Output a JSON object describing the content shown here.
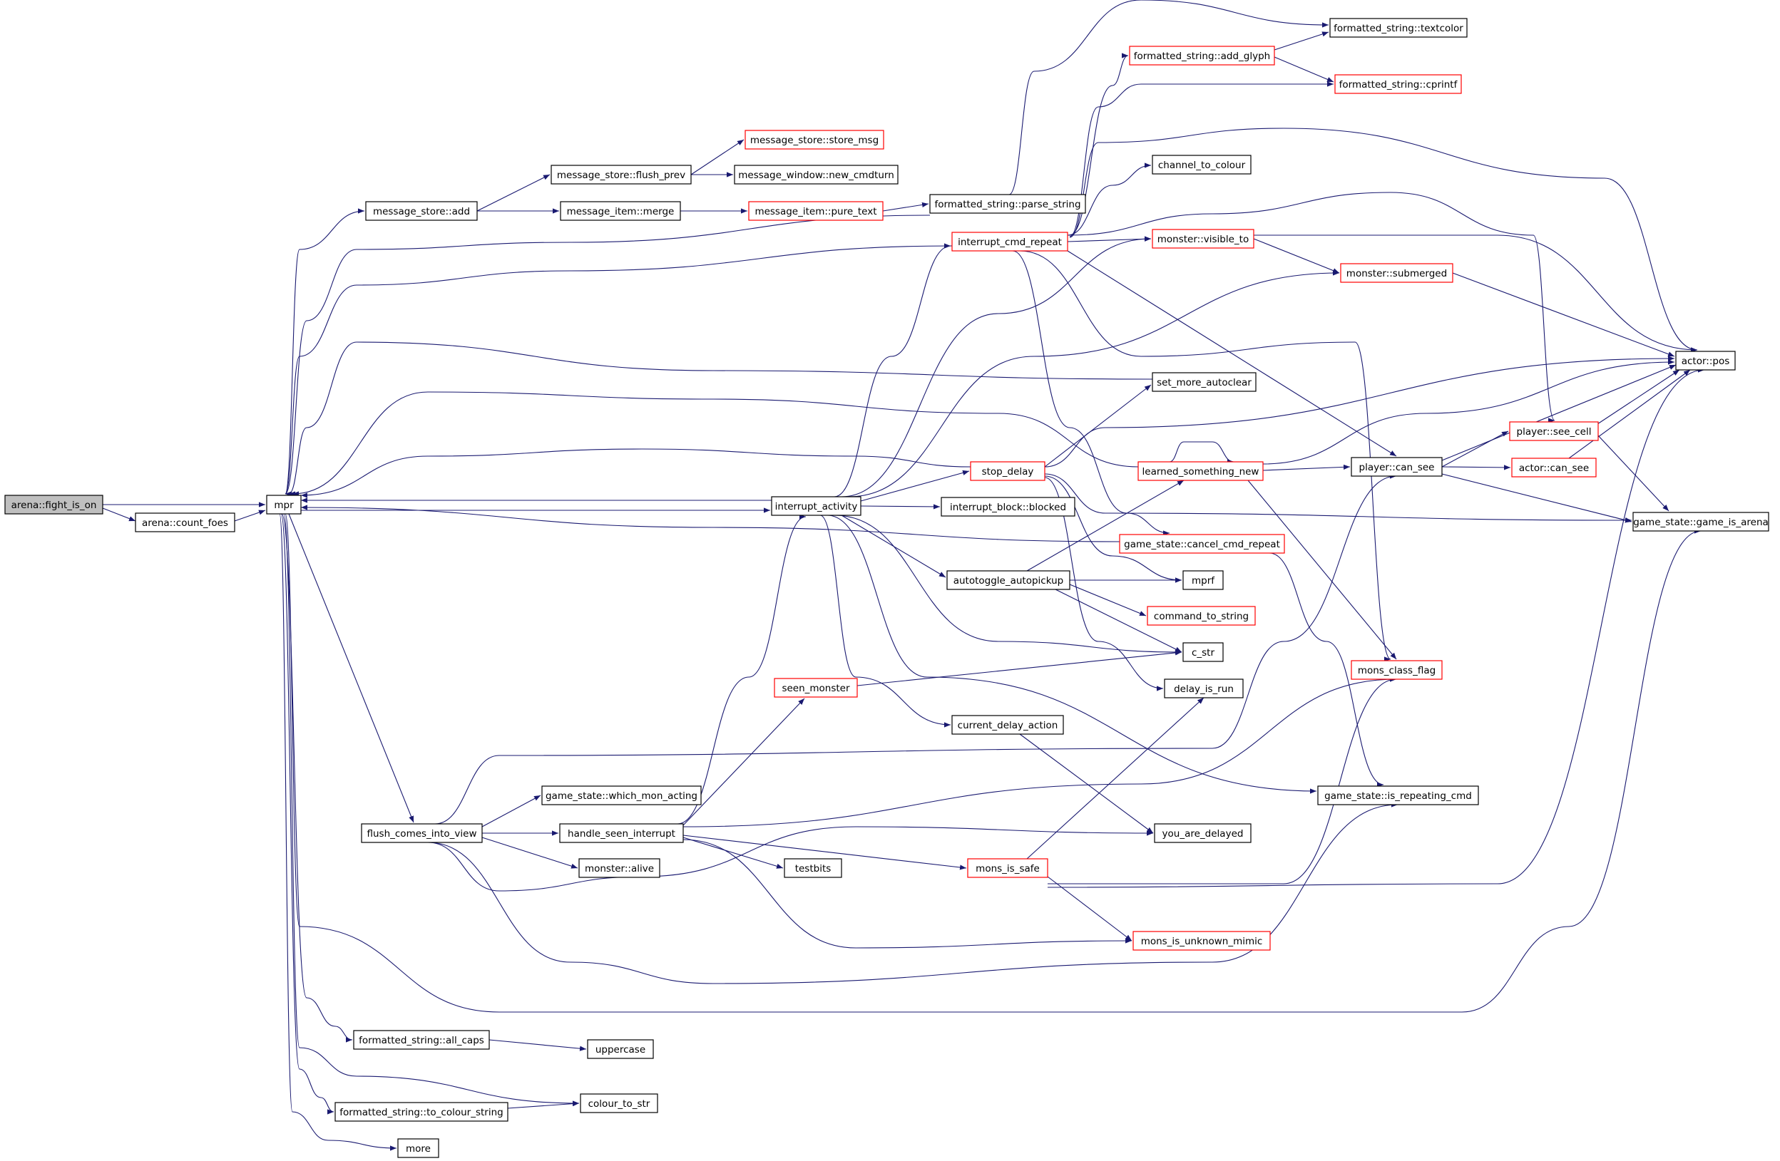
{
  "colors": {
    "edge": "#191970",
    "node_border": "#000000",
    "external_node_border": "#ff0000",
    "focus_fill": "#bfbfbf",
    "node_fill": "#ffffff"
  },
  "nodes": [
    {
      "id": "fight_is_on",
      "label": "arena::fight_is_on",
      "style": "focus"
    },
    {
      "id": "count_foes",
      "label": "arena::count_foes",
      "style": "normal"
    },
    {
      "id": "mpr",
      "label": "mpr",
      "style": "normal"
    },
    {
      "id": "ms_add",
      "label": "message_store::add",
      "style": "normal"
    },
    {
      "id": "flush_prev",
      "label": "message_store::flush_prev",
      "style": "normal"
    },
    {
      "id": "store_msg",
      "label": "message_store::store_msg",
      "style": "external"
    },
    {
      "id": "new_cmdturn",
      "label": "message_window::new_cmdturn",
      "style": "normal"
    },
    {
      "id": "mi_merge",
      "label": "message_item::merge",
      "style": "normal"
    },
    {
      "id": "pure_text",
      "label": "message_item::pure_text",
      "style": "external"
    },
    {
      "id": "parse_string",
      "label": "formatted_string::parse_string",
      "style": "normal"
    },
    {
      "id": "textcolor",
      "label": "formatted_string::textcolor",
      "style": "normal"
    },
    {
      "id": "add_glyph",
      "label": "formatted_string::add_glyph",
      "style": "external"
    },
    {
      "id": "cprintf",
      "label": "formatted_string::cprintf",
      "style": "external"
    },
    {
      "id": "channel_to_colour",
      "label": "channel_to_colour",
      "style": "normal"
    },
    {
      "id": "interrupt_cmd_repeat",
      "label": "interrupt_cmd_repeat",
      "style": "external"
    },
    {
      "id": "visible_to",
      "label": "monster::visible_to",
      "style": "external"
    },
    {
      "id": "submerged",
      "label": "monster::submerged",
      "style": "external"
    },
    {
      "id": "actor_pos",
      "label": "actor::pos",
      "style": "normal"
    },
    {
      "id": "set_more_autoclear",
      "label": "set_more_autoclear",
      "style": "normal"
    },
    {
      "id": "stop_delay",
      "label": "stop_delay",
      "style": "external"
    },
    {
      "id": "learned_something_new",
      "label": "learned_something_new",
      "style": "external"
    },
    {
      "id": "player_can_see",
      "label": "player::can_see",
      "style": "normal"
    },
    {
      "id": "see_cell",
      "label": "player::see_cell",
      "style": "external"
    },
    {
      "id": "actor_can_see",
      "label": "actor::can_see",
      "style": "external"
    },
    {
      "id": "game_is_arena",
      "label": "game_state::game_is_arena",
      "style": "normal"
    },
    {
      "id": "interrupt_activity",
      "label": "interrupt_activity",
      "style": "normal"
    },
    {
      "id": "ib_blocked",
      "label": "interrupt_block::blocked",
      "style": "normal"
    },
    {
      "id": "cancel_cmd_repeat",
      "label": "game_state::cancel_cmd_repeat",
      "style": "external"
    },
    {
      "id": "autotoggle_autopickup",
      "label": "autotoggle_autopickup",
      "style": "normal"
    },
    {
      "id": "mprf",
      "label": "mprf",
      "style": "normal"
    },
    {
      "id": "command_to_string",
      "label": "command_to_string",
      "style": "external"
    },
    {
      "id": "c_str",
      "label": "c_str",
      "style": "normal"
    },
    {
      "id": "seen_monster",
      "label": "seen_monster",
      "style": "external"
    },
    {
      "id": "mons_class_flag",
      "label": "mons_class_flag",
      "style": "external"
    },
    {
      "id": "delay_is_run",
      "label": "delay_is_run",
      "style": "normal"
    },
    {
      "id": "current_delay_action",
      "label": "current_delay_action",
      "style": "normal"
    },
    {
      "id": "which_mon_acting",
      "label": "game_state::which_mon_acting",
      "style": "normal"
    },
    {
      "id": "is_repeating_cmd",
      "label": "game_state::is_repeating_cmd",
      "style": "normal"
    },
    {
      "id": "flush_comes_into_view",
      "label": "flush_comes_into_view",
      "style": "normal"
    },
    {
      "id": "handle_seen_interrupt",
      "label": "handle_seen_interrupt",
      "style": "normal"
    },
    {
      "id": "you_are_delayed",
      "label": "you_are_delayed",
      "style": "normal"
    },
    {
      "id": "monster_alive",
      "label": "monster::alive",
      "style": "normal"
    },
    {
      "id": "testbits",
      "label": "testbits",
      "style": "normal"
    },
    {
      "id": "mons_is_safe",
      "label": "mons_is_safe",
      "style": "external"
    },
    {
      "id": "mons_is_unknown_mimic",
      "label": "mons_is_unknown_mimic",
      "style": "external"
    },
    {
      "id": "all_caps",
      "label": "formatted_string::all_caps",
      "style": "normal"
    },
    {
      "id": "uppercase",
      "label": "uppercase",
      "style": "normal"
    },
    {
      "id": "colour_to_str",
      "label": "colour_to_str",
      "style": "normal"
    },
    {
      "id": "to_colour_string",
      "label": "formatted_string::to_colour_string",
      "style": "normal"
    },
    {
      "id": "more",
      "label": "more",
      "style": "normal"
    }
  ],
  "edges": [
    [
      "fight_is_on",
      "count_foes"
    ],
    [
      "fight_is_on",
      "mpr"
    ],
    [
      "count_foes",
      "mpr"
    ],
    [
      "mpr",
      "ms_add"
    ],
    [
      "mpr",
      "flush_comes_into_view"
    ],
    [
      "mpr",
      "all_caps"
    ],
    [
      "mpr",
      "colour_to_str"
    ],
    [
      "mpr",
      "to_colour_string"
    ],
    [
      "mpr",
      "more"
    ],
    [
      "mpr",
      "interrupt_activity"
    ],
    [
      "mpr",
      "game_is_arena"
    ],
    [
      "ms_add",
      "flush_prev"
    ],
    [
      "ms_add",
      "mi_merge"
    ],
    [
      "flush_prev",
      "store_msg"
    ],
    [
      "flush_prev",
      "new_cmdturn"
    ],
    [
      "mi_merge",
      "pure_text"
    ],
    [
      "pure_text",
      "parse_string"
    ],
    [
      "parse_string",
      "textcolor"
    ],
    [
      "parse_string",
      "mpr"
    ],
    [
      "add_glyph",
      "textcolor"
    ],
    [
      "add_glyph",
      "cprintf"
    ],
    [
      "interrupt_cmd_repeat",
      "add_glyph"
    ],
    [
      "interrupt_cmd_repeat",
      "cprintf"
    ],
    [
      "interrupt_cmd_repeat",
      "channel_to_colour"
    ],
    [
      "interrupt_cmd_repeat",
      "actor_pos"
    ],
    [
      "interrupt_cmd_repeat",
      "visible_to"
    ],
    [
      "interrupt_cmd_repeat",
      "see_cell"
    ],
    [
      "interrupt_cmd_repeat",
      "player_can_see"
    ],
    [
      "interrupt_cmd_repeat",
      "cancel_cmd_repeat"
    ],
    [
      "interrupt_cmd_repeat",
      "mons_class_flag"
    ],
    [
      "interrupt_cmd_repeat",
      "mpr"
    ],
    [
      "visible_to",
      "submerged"
    ],
    [
      "visible_to",
      "actor_pos"
    ],
    [
      "submerged",
      "actor_pos"
    ],
    [
      "set_more_autoclear",
      "mpr"
    ],
    [
      "stop_delay",
      "set_more_autoclear"
    ],
    [
      "stop_delay",
      "actor_pos"
    ],
    [
      "stop_delay",
      "game_is_arena"
    ],
    [
      "stop_delay",
      "mprf"
    ],
    [
      "stop_delay",
      "delay_is_run"
    ],
    [
      "stop_delay",
      "mpr"
    ],
    [
      "learned_something_new",
      "learned_something_new"
    ],
    [
      "learned_something_new",
      "player_can_see"
    ],
    [
      "learned_something_new",
      "actor_pos"
    ],
    [
      "learned_something_new",
      "mons_class_flag"
    ],
    [
      "learned_something_new",
      "mpr"
    ],
    [
      "player_can_see",
      "see_cell"
    ],
    [
      "player_can_see",
      "actor_can_see"
    ],
    [
      "player_can_see",
      "actor_pos"
    ],
    [
      "player_can_see",
      "game_is_arena"
    ],
    [
      "see_cell",
      "actor_pos"
    ],
    [
      "see_cell",
      "game_is_arena"
    ],
    [
      "actor_can_see",
      "actor_pos"
    ],
    [
      "interrupt_activity",
      "mpr"
    ],
    [
      "interrupt_activity",
      "interrupt_cmd_repeat"
    ],
    [
      "interrupt_activity",
      "visible_to"
    ],
    [
      "interrupt_activity",
      "submerged"
    ],
    [
      "interrupt_activity",
      "stop_delay"
    ],
    [
      "interrupt_activity",
      "ib_blocked"
    ],
    [
      "interrupt_activity",
      "autotoggle_autopickup"
    ],
    [
      "interrupt_activity",
      "c_str"
    ],
    [
      "interrupt_activity",
      "current_delay_action"
    ],
    [
      "interrupt_activity",
      "is_repeating_cmd"
    ],
    [
      "cancel_cmd_repeat",
      "is_repeating_cmd"
    ],
    [
      "cancel_cmd_repeat",
      "mpr"
    ],
    [
      "autotoggle_autopickup",
      "learned_something_new"
    ],
    [
      "autotoggle_autopickup",
      "mprf"
    ],
    [
      "autotoggle_autopickup",
      "command_to_string"
    ],
    [
      "autotoggle_autopickup",
      "c_str"
    ],
    [
      "seen_monster",
      "c_str"
    ],
    [
      "current_delay_action",
      "you_are_delayed"
    ],
    [
      "flush_comes_into_view",
      "which_mon_acting"
    ],
    [
      "flush_comes_into_view",
      "handle_seen_interrupt"
    ],
    [
      "flush_comes_into_view",
      "monster_alive"
    ],
    [
      "flush_comes_into_view",
      "player_can_see"
    ],
    [
      "flush_comes_into_view",
      "you_are_delayed"
    ],
    [
      "flush_comes_into_view",
      "is_repeating_cmd"
    ],
    [
      "handle_seen_interrupt",
      "interrupt_activity"
    ],
    [
      "handle_seen_interrupt",
      "seen_monster"
    ],
    [
      "handle_seen_interrupt",
      "testbits"
    ],
    [
      "handle_seen_interrupt",
      "mons_is_safe"
    ],
    [
      "handle_seen_interrupt",
      "mons_class_flag"
    ],
    [
      "handle_seen_interrupt",
      "mons_is_unknown_mimic"
    ],
    [
      "mons_is_safe",
      "delay_is_run"
    ],
    [
      "mons_is_safe",
      "mons_class_flag"
    ],
    [
      "mons_is_safe",
      "actor_pos"
    ],
    [
      "mons_is_safe",
      "mons_is_unknown_mimic"
    ],
    [
      "all_caps",
      "uppercase"
    ],
    [
      "to_colour_string",
      "colour_to_str"
    ]
  ]
}
